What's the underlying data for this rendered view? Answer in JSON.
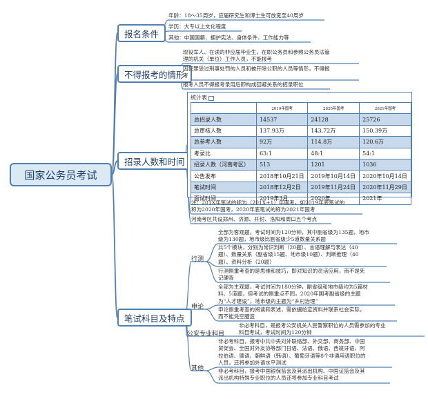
{
  "root": "国家公务员考试",
  "branches": {
    "baoming": {
      "title": "报名条件",
      "items": [
        [
          "年龄：18～35周岁，应届研究生和博士生可放宽至40周岁"
        ],
        [
          "学历：大专以上文化程度"
        ],
        [
          "其他：中国国籍、拥护宪法、身体条件、工作能力等"
        ]
      ]
    },
    "bude": {
      "title": "不得报考的情形",
      "items": [
        [
          "现役军人、在读的非应届毕业生，在职公务员和参照公务员法管",
          "理的机关（单位）工作人员，不能报考"
        ],
        [
          "因犯罪受过刑事处罚的人员和被开除公职的人员等情形，不得报",
          "考"
        ],
        [
          "报考人员不得报考录用后即构成回避关系的招录职位"
        ]
      ]
    },
    "zhaolu": {
      "title": "招录人数和时间",
      "table": {
        "title": "统计表",
        "icon": "table-icon",
        "header": [
          "",
          "2019年国考",
          "2020年国考",
          "2021年国考"
        ],
        "rows": [
          {
            "label": "总招录人数",
            "values": [
              "14537",
              "24128",
              "25726"
            ],
            "highlight": true
          },
          {
            "label": "总审核人数",
            "values": [
              "137.93万",
              "143.72万",
              "150.39万"
            ],
            "highlight": false
          },
          {
            "label": "总参考人数",
            "values": [
              "92万",
              "114.8万",
              "120.6万"
            ],
            "highlight": true
          },
          {
            "label": "考录比",
            "values": [
              "63:1",
              "48:1",
              "54:1"
            ],
            "highlight": false
          },
          {
            "label": "招录人数（河南考区）",
            "values": [
              "513",
              "1201",
              "1036"
            ],
            "highlight": true
          },
          {
            "label": "公告发布",
            "values": [
              "2018年10月21日",
              "2019年10月14日",
              "2020年10月14日"
            ],
            "highlight": false
          },
          {
            "label": "笔试时间",
            "values": [
              "2018年12月2日",
              "2019年11月24日",
              "2020年11月29日"
            ],
            "highlight": true
          },
          {
            "label": "面试时间",
            "values": [
              "2019年3月",
              "2020年",
              "2021年"
            ],
            "highlight": false
          }
        ]
      },
      "notes": [
        [
          "注：201X年笔试的称为（201X+1）年国考，如2019年底笔试的",
          "称为2020年国考，2020年底笔试的称为2021年国考"
        ],
        [
          "河南考区共设郑州、济源、开封、洛阳和周口五个考点"
        ]
      ]
    },
    "bishi": {
      "title": "笔试科目及特点",
      "subs": {
        "xingce": {
          "label": "行测",
          "items": [
            [
              "全部为客观题，考试时间为120分钟，其中副省级为135题，地市",
              "级为130题，地市级比副省级少5道数量关系题"
            ],
            [
              "共5个模块，分别为常识判断（20题）、言语理解与表达（40",
              "题）、数量关系（副省级15题、地市级10题）、判断推理（40",
              "题）、资料分析（20题）"
            ],
            [
              "行测侧重考查的是思维和技巧，即对知识的灵活应用，而不是死",
              "记硬背"
            ]
          ]
        },
        "shenlun": {
          "label": "申论",
          "items": [
            [
              "全部为主观题，考试时间为180分钟，副省级和地市级均为5篇材",
              "料、5道题，但考试的侧重点不同，2020年国考副省级的主题",
              "为“人才建设”，地市级的主题为“乡村治理”"
            ],
            [
              "申论侧重考查的阅读和表述，需依据给定资料并联系社会实际，",
              "而不能凭空臆造"
            ]
          ]
        },
        "gongan": {
          "label": "公安专业科目",
          "items": [
            [
              "非必考科目，是报考公安机关人民警察职位的人员需参加的专业",
              "科目考试，考试时间为120分钟"
            ]
          ]
        },
        "qita": {
          "label": "其他",
          "items": [
            [
              "非必考科目，报考中共中央对外联络部、外交部、商务部、中国",
              "贸促会、全国对外友协等部门日语、法语、俄语、西班牙语、阿",
              "拉伯语、德语、朝鲜语（韩语）、葡萄牙语等8个非通用语职位的",
              "人员，还将参加外语水平测试"
            ],
            [
              "非必考科目，报考中国银保监会及其派出机构、中国证监会及其",
              "派出机构特殊专业职位的人员还将参加专业科目考试"
            ]
          ]
        }
      }
    }
  },
  "colors": {
    "line": "#4f7fb0",
    "root_fill": "#dbe9f5",
    "row_highlight": "#c8d9ec",
    "text": "#1f3f66"
  }
}
